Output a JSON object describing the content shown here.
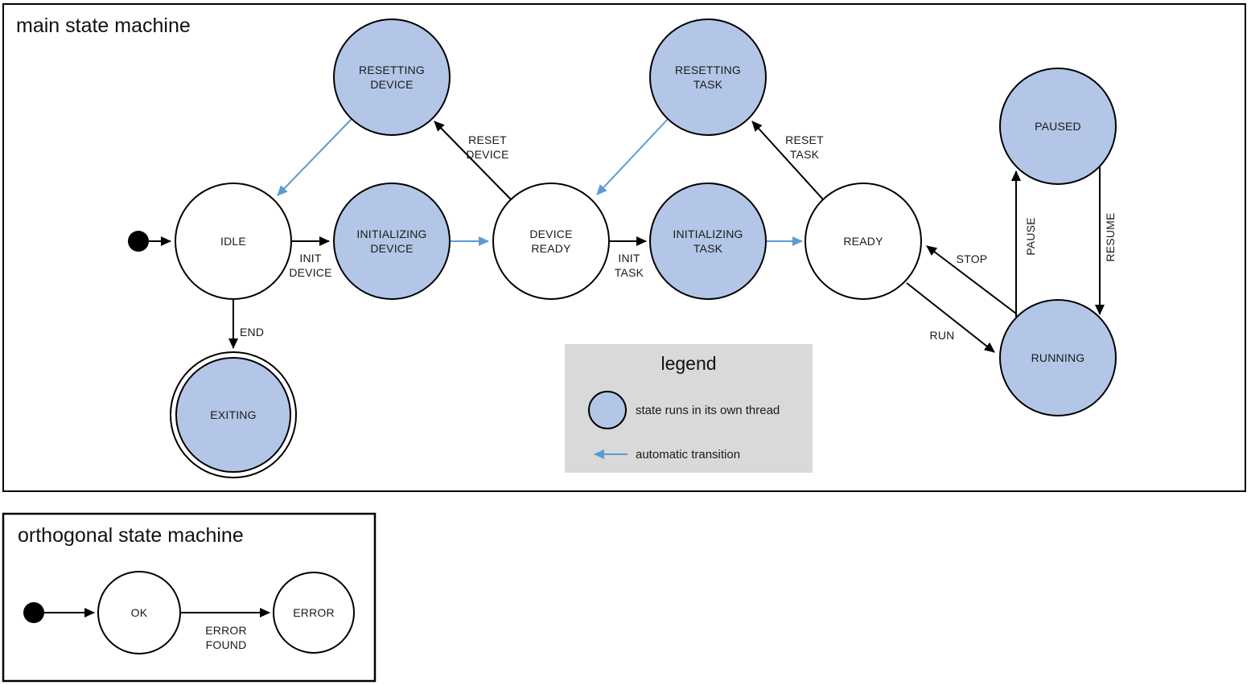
{
  "colors": {
    "threaded_state_fill": "#b3c6e7",
    "plain_state_fill": "#ffffff",
    "state_stroke": "#000000",
    "automatic_transition_blue": "#5b9bd5",
    "legend_background": "#d9d9d9"
  },
  "main": {
    "title": "main state machine",
    "states": {
      "idle": {
        "lines": [
          "IDLE"
        ],
        "threaded": false
      },
      "resetting_device": {
        "lines": [
          "RESETTING",
          "DEVICE"
        ],
        "threaded": true
      },
      "initializing_device": {
        "lines": [
          "INITIALIZING",
          "DEVICE"
        ],
        "threaded": true
      },
      "device_ready": {
        "lines": [
          "DEVICE",
          "READY"
        ],
        "threaded": false
      },
      "resetting_task": {
        "lines": [
          "RESETTING",
          "TASK"
        ],
        "threaded": true
      },
      "initializing_task": {
        "lines": [
          "INITIALIZING",
          "TASK"
        ],
        "threaded": true
      },
      "ready": {
        "lines": [
          "READY"
        ],
        "threaded": false
      },
      "paused": {
        "lines": [
          "PAUSED"
        ],
        "threaded": true
      },
      "running": {
        "lines": [
          "RUNNING"
        ],
        "threaded": true
      },
      "exiting": {
        "lines": [
          "EXITING"
        ],
        "threaded": true,
        "final": true
      }
    },
    "transitions": {
      "start_to_idle": {
        "from": "start",
        "to": "IDLE",
        "automatic": false
      },
      "init_device": {
        "lines": [
          "INIT",
          "DEVICE"
        ],
        "from": "IDLE",
        "to": "INITIALIZING DEVICE",
        "automatic": false
      },
      "reset_device": {
        "lines": [
          "RESET",
          "DEVICE"
        ],
        "from": "DEVICE READY",
        "to": "RESETTING DEVICE",
        "automatic": false
      },
      "init_task": {
        "lines": [
          "INIT",
          "TASK"
        ],
        "from": "DEVICE READY",
        "to": "INITIALIZING TASK",
        "automatic": false
      },
      "reset_task": {
        "lines": [
          "RESET",
          "TASK"
        ],
        "from": "READY",
        "to": "RESETTING TASK",
        "automatic": false
      },
      "end": {
        "lines": [
          "END"
        ],
        "from": "IDLE",
        "to": "EXITING",
        "automatic": false
      },
      "run": {
        "lines": [
          "RUN"
        ],
        "from": "READY",
        "to": "RUNNING",
        "automatic": false
      },
      "stop": {
        "lines": [
          "STOP"
        ],
        "from": "RUNNING",
        "to": "READY",
        "automatic": false
      },
      "pause": {
        "lines": [
          "PAUSE"
        ],
        "from": "RUNNING",
        "to": "PAUSED",
        "automatic": false
      },
      "resume": {
        "lines": [
          "RESUME"
        ],
        "from": "PAUSED",
        "to": "RUNNING",
        "automatic": false
      },
      "auto_resetting_device_to_idle": {
        "from": "RESETTING DEVICE",
        "to": "IDLE",
        "automatic": true
      },
      "auto_initializing_device_to_device_ready": {
        "from": "INITIALIZING DEVICE",
        "to": "DEVICE READY",
        "automatic": true
      },
      "auto_resetting_task_to_device_ready": {
        "from": "RESETTING TASK",
        "to": "DEVICE READY",
        "automatic": true
      },
      "auto_initializing_task_to_ready": {
        "from": "INITIALIZING TASK",
        "to": "READY",
        "automatic": true
      }
    }
  },
  "legend": {
    "title": "legend",
    "threaded_state_label": "state runs in its own thread",
    "automatic_transition_label": "automatic transition"
  },
  "orthogonal": {
    "title": "orthogonal state machine",
    "states": {
      "ok": {
        "lines": [
          "OK"
        ],
        "threaded": false
      },
      "error": {
        "lines": [
          "ERROR"
        ],
        "threaded": false
      }
    },
    "transitions": {
      "start_to_ok": {
        "from": "start",
        "to": "OK",
        "automatic": false
      },
      "error_found": {
        "lines": [
          "ERROR",
          "FOUND"
        ],
        "from": "OK",
        "to": "ERROR",
        "automatic": false
      }
    }
  }
}
